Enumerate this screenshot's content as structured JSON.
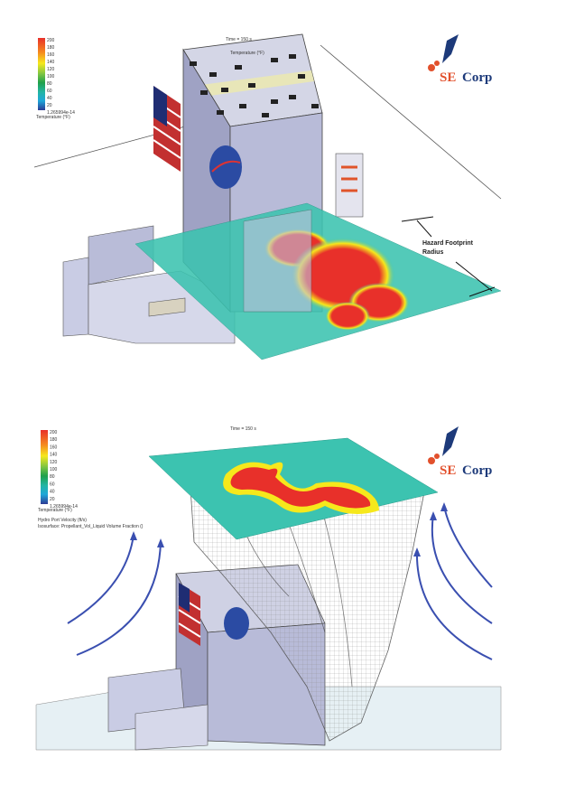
{
  "figures": [
    {
      "time_label": "Time = 150 s",
      "header_text": "Temperature (°F)",
      "legend": {
        "ticks": [
          "200",
          "180",
          "160",
          "140",
          "120",
          "100",
          "80",
          "60",
          "40",
          "20",
          "1.265994e-14"
        ],
        "title": "Temperature (°F)",
        "colors": [
          "#e8302a",
          "#f58a1f",
          "#f6e81c",
          "#7cc443",
          "#1fa04b",
          "#22b5a5",
          "#1fa7d9",
          "#2a5fb8",
          "#2c3a94"
        ]
      },
      "annotation": {
        "line1": "Hazard Footprint",
        "line2": "Radius"
      },
      "logo": {
        "se": "SE",
        "corp": "Corp"
      }
    },
    {
      "time_label": "Time = 150 s",
      "legend": {
        "ticks": [
          "200",
          "180",
          "160",
          "140",
          "120",
          "100",
          "80",
          "60",
          "40",
          "20",
          "1.265994e-14"
        ],
        "title": "Temperature (°F)",
        "colors": [
          "#e8302a",
          "#f58a1f",
          "#f6e81c",
          "#7cc443",
          "#1fa04b",
          "#22b5a5",
          "#1fa7d9",
          "#2a5fb8",
          "#2c3a94"
        ]
      },
      "notes": [
        "Hydro Port Velocity (ft/s)",
        "Isosurface: Propellant_Vol_Liquid Volume Fraction ()"
      ],
      "logo": {
        "se": "SE",
        "corp": "Corp"
      }
    }
  ],
  "colors": {
    "plane": "#3cc3b0",
    "hot": "#e8302a",
    "building": "#c9cce4",
    "arrow": "#3a4fb0",
    "mesh": "#9a9a9a"
  }
}
